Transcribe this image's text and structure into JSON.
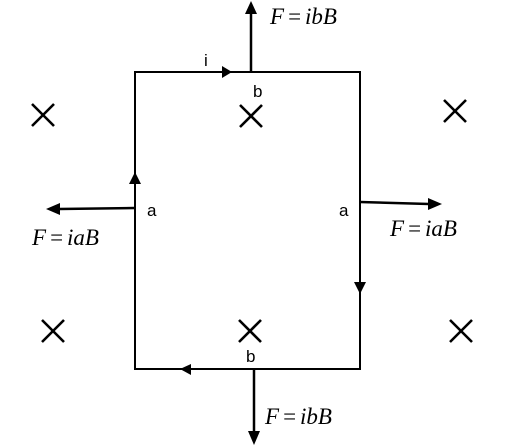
{
  "labels": {
    "current": "i",
    "side_top": "b",
    "side_bottom": "b",
    "side_left": "a",
    "side_right": "a"
  },
  "forces": {
    "top": {
      "F": "F",
      "eq": "=",
      "expr": "ibB"
    },
    "bottom": {
      "F": "F",
      "eq": "=",
      "expr": "ibB"
    },
    "left": {
      "F": "F",
      "eq": "=",
      "expr": "iaB"
    },
    "right": {
      "F": "F",
      "eq": "=",
      "expr": "iaB"
    }
  },
  "field_symbol": "×",
  "field_direction": "into-page",
  "field_markers": 6
}
